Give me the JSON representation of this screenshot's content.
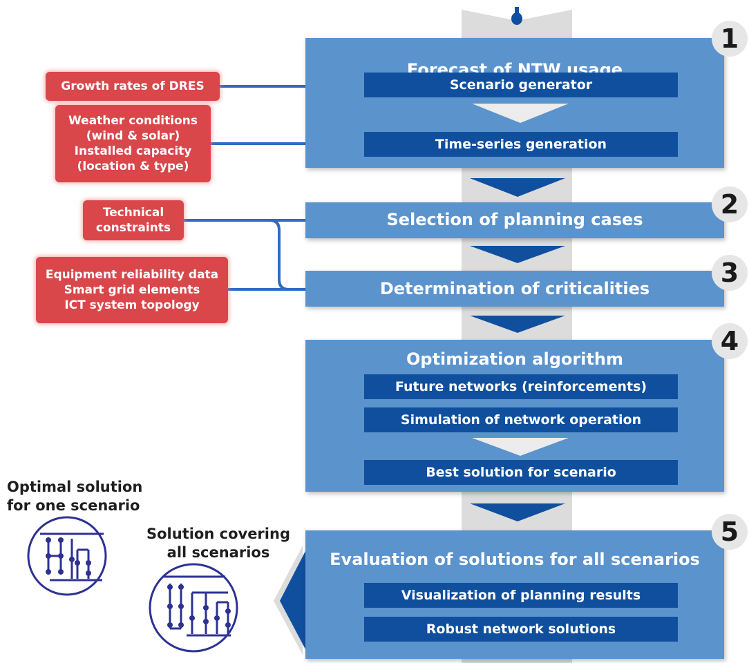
{
  "colors": {
    "panel": "#5b93cd",
    "sub_box": "#0f4f9e",
    "input_box": "#d9474b",
    "spine": "#dcdcdc",
    "arrow": "#0f4f9e"
  },
  "steps": [
    {
      "number": "1",
      "title": "Forecast of NTW usage",
      "items": [
        "Scenario generator",
        "Time-series generation"
      ]
    },
    {
      "number": "2",
      "title": "Selection of planning cases"
    },
    {
      "number": "3",
      "title": "Determination of criticalities"
    },
    {
      "number": "4",
      "title": "Optimization algorithm",
      "items": [
        "Future networks (reinforcements)",
        "Simulation of network operation",
        "Best solution for scenario"
      ]
    },
    {
      "number": "5",
      "title": "Evaluation of solutions for all scenarios",
      "items": [
        "Visualization of planning results",
        "Robust network solutions"
      ]
    }
  ],
  "inputs": [
    {
      "label": "Growth rates of DRES"
    },
    {
      "lines": [
        "Weather conditions",
        "(wind & solar)",
        "Installed capacity",
        "(location & type)"
      ]
    },
    {
      "lines": [
        "Technical",
        "constraints"
      ]
    },
    {
      "lines": [
        "Equipment reliability data",
        "Smart grid elements",
        "ICT system topology"
      ]
    }
  ],
  "outputs": {
    "optimal": [
      "Optimal solution",
      "for one scenario"
    ],
    "covering": [
      "Solution covering",
      "all scenarios"
    ]
  }
}
